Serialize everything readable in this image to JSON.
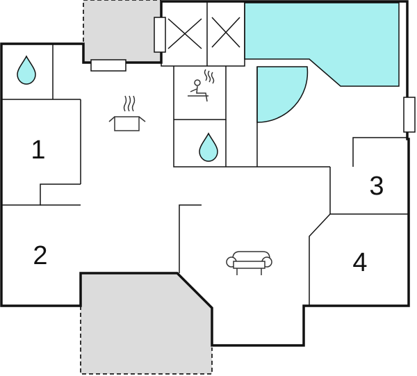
{
  "floorplan": {
    "rooms": [
      {
        "id": "bedroom-1",
        "label": "1"
      },
      {
        "id": "bedroom-2",
        "label": "2"
      },
      {
        "id": "bedroom-3",
        "label": "3"
      },
      {
        "id": "bedroom-4",
        "label": "4"
      }
    ],
    "icons": {
      "bathroom": "water-drop-icon",
      "kitchen": "cooking-pot-icon",
      "sauna": "sauna-icon",
      "shower": "water-drop-icon",
      "living": "sofa-icon"
    },
    "colors": {
      "wall": "#111111",
      "pool": "#a8f0f0",
      "terrace": "#dcdcdc",
      "dashed_edge": "#333333",
      "floor": "#ffffff"
    }
  }
}
